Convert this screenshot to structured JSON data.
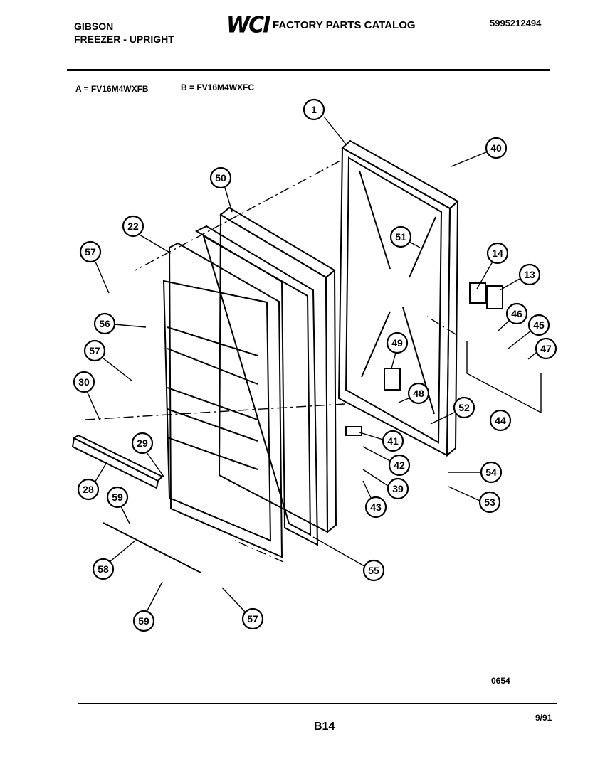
{
  "header": {
    "brand": "GIBSON",
    "product": "FREEZER - UPRIGHT",
    "logo_text": "WCI",
    "catalog_title": "FACTORY PARTS CATALOG",
    "catalog_number": "5995212494"
  },
  "models": {
    "a": "A = FV16M4WXFB",
    "b": "B = FV16M4WXFC"
  },
  "callouts": [
    "1",
    "40",
    "50",
    "22",
    "57",
    "14",
    "13",
    "51",
    "46",
    "45",
    "47",
    "56",
    "57",
    "49",
    "30",
    "48",
    "52",
    "44",
    "41",
    "29",
    "42",
    "39",
    "54",
    "28",
    "59",
    "43",
    "53",
    "58",
    "55",
    "59",
    "57"
  ],
  "footer": {
    "drawing_code": "0654",
    "page_code": "B14",
    "date": "9/91"
  }
}
